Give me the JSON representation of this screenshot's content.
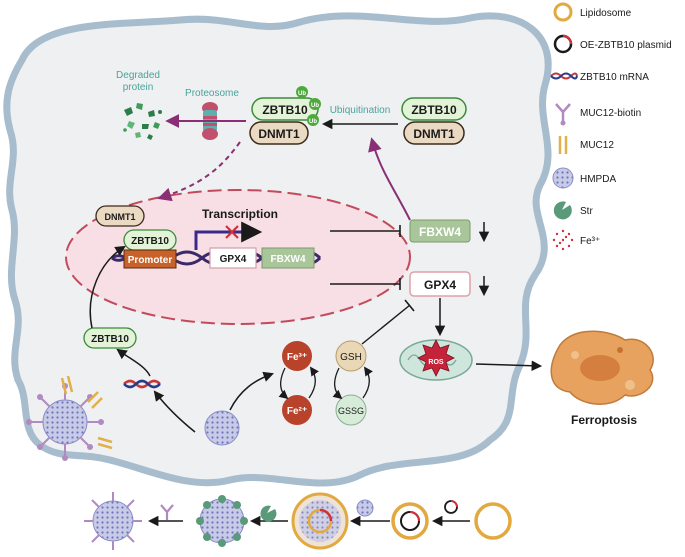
{
  "legend": {
    "lipidosome": "Lipidosome",
    "plasmid": "OE-ZBTB10 plasmid",
    "mrna": "ZBTB10 mRNA",
    "muc12_biotin": "MUC12-biotin",
    "muc12": "MUC12",
    "hmpda": "HMPDA",
    "str": "Str",
    "fe3": "Fe³⁺"
  },
  "top": {
    "degraded_protein": [
      "Degraded",
      "protein"
    ],
    "proteosome": "Proteosome",
    "ubiquitination": "Ubiquitination",
    "zbtb10": "ZBTB10",
    "dnmt1": "DNMT1",
    "ub": "Ub"
  },
  "nucleus": {
    "dnmt1": "DNMT1",
    "zbtb10": "ZBTB10",
    "promoter": "Promoter",
    "transcription": "Transcription",
    "gpx4": "GPX4",
    "fbxw4": "FBXW4"
  },
  "cell": {
    "fbxw4": "FBXW4",
    "gpx4": "GPX4",
    "zbtb10": "ZBTB10",
    "fe3": "Fe³⁺",
    "fe2": "Fe²⁺",
    "gsh": "GSH",
    "gssg": "GSSG",
    "ros": "ROS",
    "ferroptosis": "Ferroptosis"
  },
  "colors": {
    "cell_fill": "#eef0f2",
    "cell_border": "#9fb4c8",
    "zbtb10_fill": "#e3f3d8",
    "zbtb10_border": "#3c8a3c",
    "dnmt1_fill": "#ead9c3",
    "dnmt1_border": "#3a2a1a",
    "fbxw4_fill": "#a9c69a",
    "gpx4_border": "#e0a0a8",
    "fe_fill": "#b8432a",
    "gsh_fill": "#e9d7b5",
    "gssg_fill": "#d6ecd8",
    "nucleus_fill": "#f7dde3",
    "nucleus_border": "#c24a5c",
    "ferro_fill": "#e7a25f"
  }
}
